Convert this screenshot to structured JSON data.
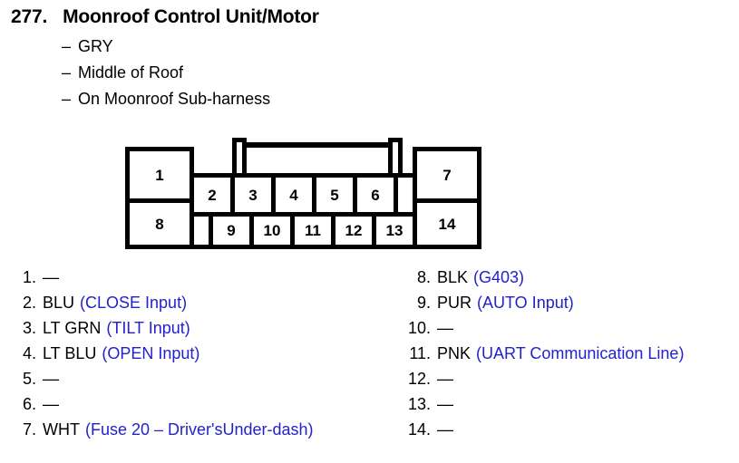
{
  "header": {
    "number": "277.",
    "title": "Moonroof Control Unit/Motor",
    "dash": "–",
    "subtitles": [
      "GRY",
      "Middle of Roof",
      "On Moonroof Sub-harness"
    ]
  },
  "connector": {
    "name": "14-pin connector diagram",
    "latch": {
      "post_left": "latch-post-left",
      "post_right": "latch-post-right",
      "bar": "latch-bar"
    },
    "top_row": [
      "1",
      "2",
      "3",
      "4",
      "5",
      "6",
      "7"
    ],
    "bottom_row": [
      "8",
      "9",
      "10",
      "11",
      "12",
      "13",
      "14"
    ]
  },
  "pins": {
    "left": [
      {
        "num": "1.",
        "color": "—",
        "desc": "",
        "empty": true
      },
      {
        "num": "2.",
        "color": "BLU",
        "desc": "(CLOSE Input)",
        "empty": false
      },
      {
        "num": "3.",
        "color": "LT GRN",
        "desc": "(TILT Input)",
        "empty": false
      },
      {
        "num": "4.",
        "color": "LT BLU",
        "desc": "(OPEN Input)",
        "empty": false
      },
      {
        "num": "5.",
        "color": "—",
        "desc": "",
        "empty": true
      },
      {
        "num": "6.",
        "color": "—",
        "desc": "",
        "empty": true
      },
      {
        "num": "7.",
        "color": "WHT",
        "desc": "(Fuse 20 – Driver'sUnder-dash)",
        "empty": false
      }
    ],
    "right": [
      {
        "num": "8.",
        "color": "BLK",
        "desc": "(G403)",
        "empty": false
      },
      {
        "num": "9.",
        "color": "PUR",
        "desc": "(AUTO Input)",
        "empty": false
      },
      {
        "num": "10.",
        "color": "—",
        "desc": "",
        "empty": true
      },
      {
        "num": "11.",
        "color": "PNK",
        "desc": "(UART Communication Line)",
        "empty": false
      },
      {
        "num": "12.",
        "color": "—",
        "desc": "",
        "empty": true
      },
      {
        "num": "13.",
        "color": "—",
        "desc": "",
        "empty": true
      },
      {
        "num": "14.",
        "color": "—",
        "desc": "",
        "empty": true
      }
    ]
  },
  "colors": {
    "text": "#000000",
    "description": "#2222cc",
    "outline": "#000000",
    "background": "#ffffff"
  }
}
